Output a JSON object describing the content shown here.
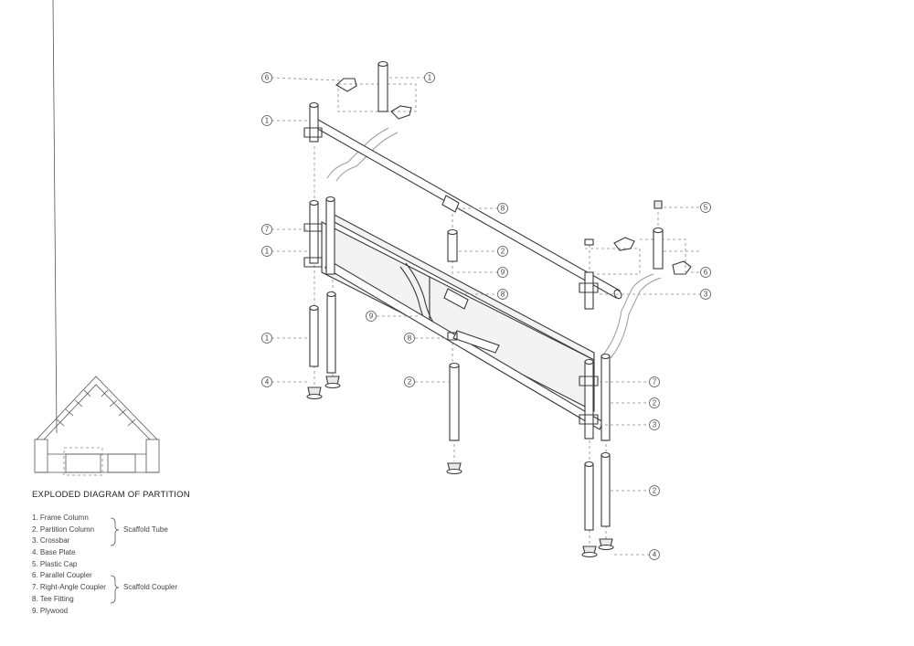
{
  "title": "EXPLODED DIAGRAM OF PARTITION",
  "legend": [
    "1. Frame Column",
    "2. Partition Column",
    "3. Crossbar",
    "4. Base Plate",
    "5. Plastic Cap",
    "6. Parallel Coupler",
    "7. Right-Angle Coupler",
    "8. Tee Fitting",
    "9. Plywood"
  ],
  "groups": {
    "scaffold_tube": "Scaffold Tube",
    "scaffold_coupler": "Scaffold Coupler"
  },
  "callouts": [
    "6",
    "1",
    "1",
    "8",
    "5",
    "7",
    "2",
    "1",
    "9",
    "6",
    "8",
    "3",
    "9",
    "8",
    "1",
    "4",
    "2",
    "7",
    "2",
    "3",
    "2",
    "4"
  ]
}
